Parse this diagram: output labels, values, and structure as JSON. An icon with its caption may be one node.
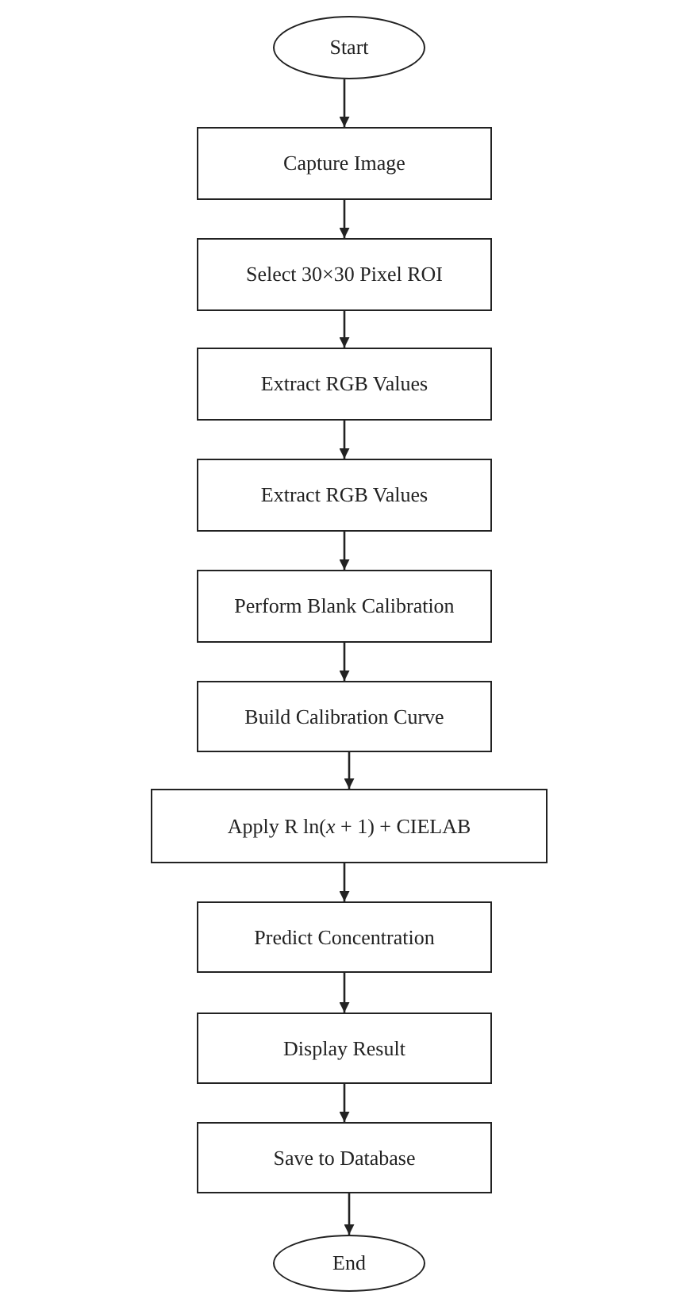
{
  "diagram": {
    "nodes": [
      {
        "text": [
          "Start"
        ]
      },
      {
        "text": [
          "Capture Image"
        ]
      },
      {
        "text": [
          "Select 30×30 Pixel ROI"
        ]
      },
      {
        "text": [
          "Extract RGB Values"
        ]
      },
      {
        "text": [
          "Extract RGB Values"
        ]
      },
      {
        "text": [
          "Perform Blank Calibration"
        ]
      },
      {
        "text": [
          "Build Calibration Curve"
        ]
      },
      {
        "text": [
          "Apply R ln(*x* + 1) + CIELAB"
        ]
      },
      {
        "text": [
          "Predict Concentration"
        ]
      },
      {
        "text": [
          "Display Result"
        ]
      },
      {
        "text": [
          "Save to Database"
        ]
      },
      {
        "text": [
          "End"
        ]
      }
    ],
    "edges": [
      {
        "from": 0,
        "to": 1,
        "arrow": "to"
      },
      {
        "from": 1,
        "to": 2,
        "arrow": "to"
      },
      {
        "from": 2,
        "to": 3,
        "arrow": "to"
      },
      {
        "from": 3,
        "to": 4,
        "arrow": "to"
      },
      {
        "from": 4,
        "to": 5,
        "arrow": "to"
      },
      {
        "from": 5,
        "to": 6,
        "arrow": "to"
      },
      {
        "from": 6,
        "to": 7,
        "arrow": "to"
      },
      {
        "from": 7,
        "to": 8,
        "arrow": "to"
      },
      {
        "from": 8,
        "to": 9,
        "arrow": "to"
      },
      {
        "from": 9,
        "to": 10,
        "arrow": "to"
      },
      {
        "from": 10,
        "to": 11,
        "arrow": "to"
      }
    ]
  }
}
